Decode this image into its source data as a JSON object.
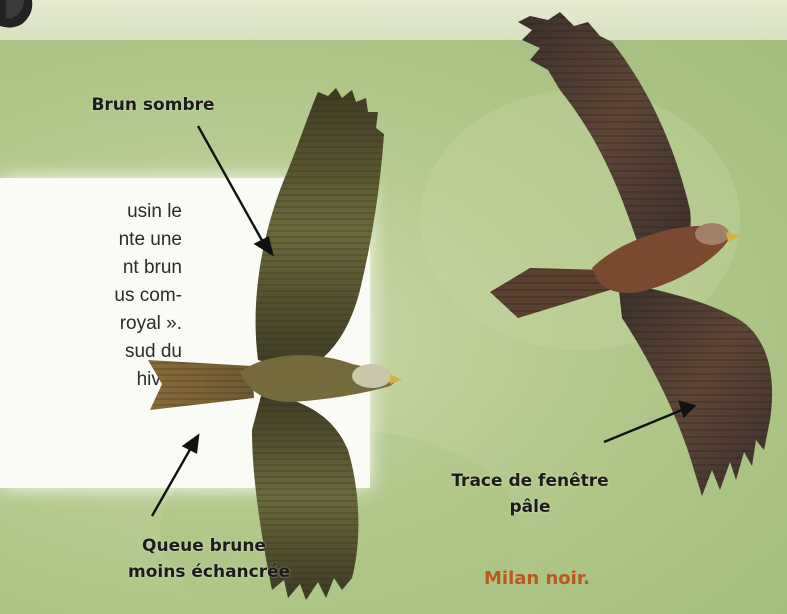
{
  "body_lines": [
    "usin le",
    "nte une",
    "nt brun",
    "us com-",
    "royal ».",
    "sud du",
    "hiver."
  ],
  "labels": {
    "brun_sombre": "Brun sombre",
    "queue_line1": "Queue brune",
    "queue_line2": "moins échancrée",
    "trace_line1": "Trace de fenêtre",
    "trace_line2": "pâle"
  },
  "caption": "Milan noir.",
  "colors": {
    "background": "#b4c98d",
    "caption": "#b85a22",
    "bird_left": "#5c5a33",
    "bird_right": "#5a3a2a"
  }
}
